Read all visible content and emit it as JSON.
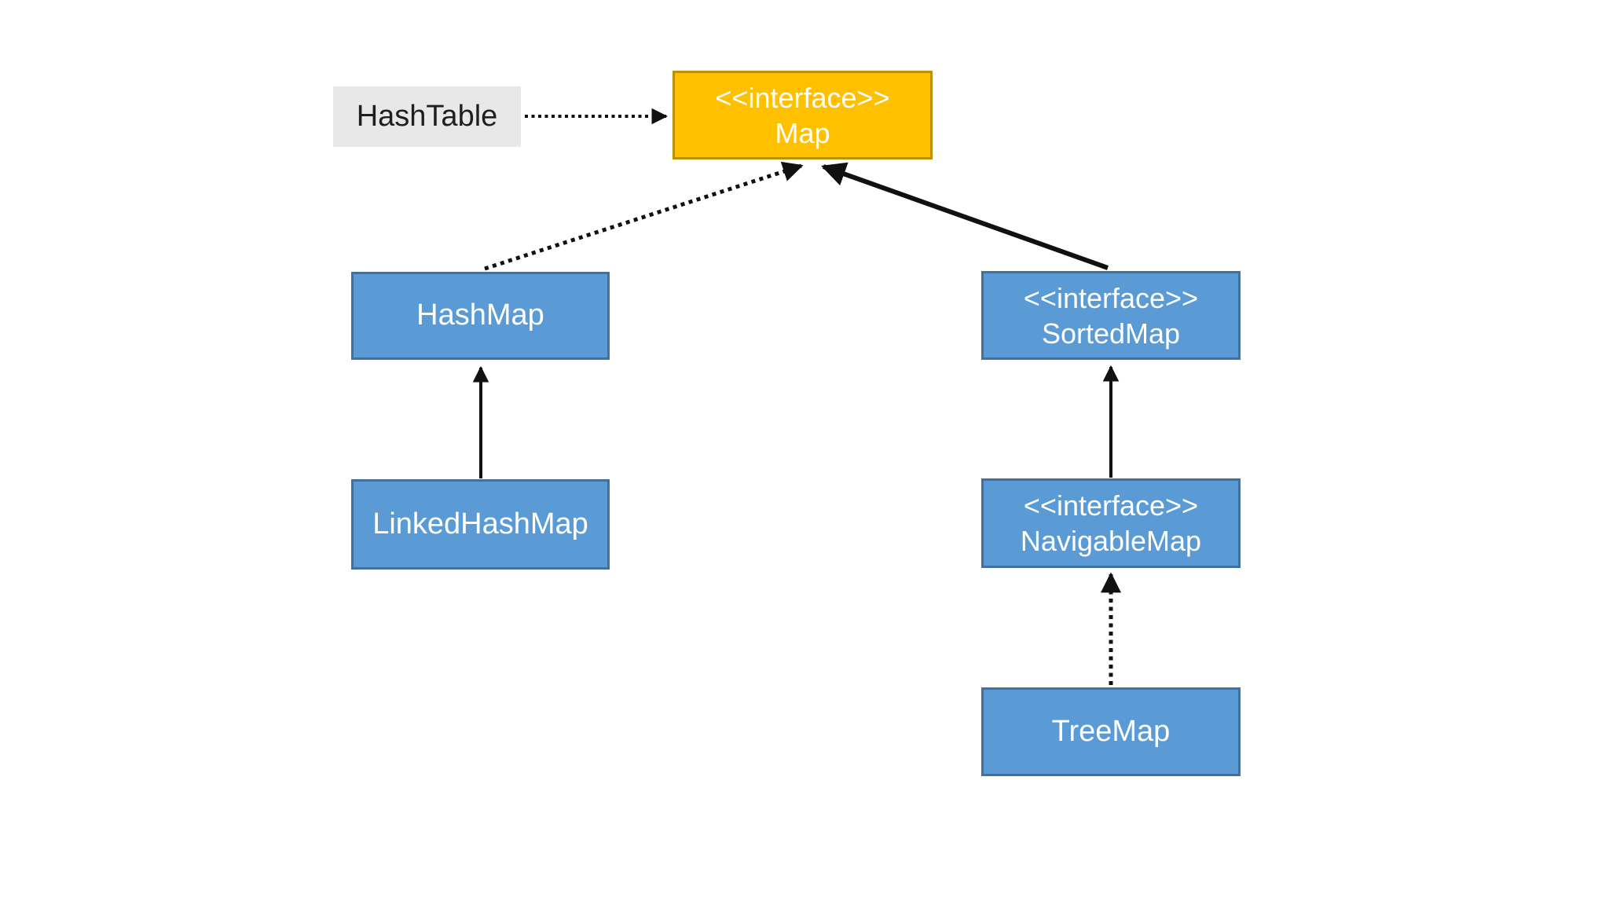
{
  "diagram_type": "uml-class-diagram",
  "subject": "Java Map hierarchy",
  "nodes": {
    "hashtable": {
      "label": "HashTable",
      "kind": "class",
      "fill": "#E8E8E8",
      "text_color": "#1F1F1F"
    },
    "map": {
      "stereotype": "<<interface>>",
      "label": "Map",
      "kind": "interface",
      "fill": "#FFC000",
      "border": "#BF9000",
      "text_color": "#FFFFFF"
    },
    "hashmap": {
      "label": "HashMap",
      "kind": "class",
      "fill": "#5B9BD5",
      "border": "#41719C",
      "text_color": "#FFFFFF"
    },
    "sortedmap": {
      "stereotype": "<<interface>>",
      "label": "SortedMap",
      "kind": "interface",
      "fill": "#5B9BD5",
      "border": "#41719C",
      "text_color": "#FFFFFF"
    },
    "linkedhashmap": {
      "label": "LinkedHashMap",
      "kind": "class",
      "fill": "#5B9BD5",
      "border": "#41719C",
      "text_color": "#FFFFFF"
    },
    "navigablemap": {
      "stereotype": "<<interface>>",
      "label": "NavigableMap",
      "kind": "interface",
      "fill": "#5B9BD5",
      "border": "#41719C",
      "text_color": "#FFFFFF"
    },
    "treemap": {
      "label": "TreeMap",
      "kind": "class",
      "fill": "#5B9BD5",
      "border": "#41719C",
      "text_color": "#FFFFFF"
    }
  },
  "edges": [
    {
      "from": "HashTable",
      "to": "Map",
      "style": "dotted",
      "arrowhead": "filled"
    },
    {
      "from": "HashMap",
      "to": "Map",
      "style": "dotted",
      "arrowhead": "filled"
    },
    {
      "from": "SortedMap",
      "to": "Map",
      "style": "solid",
      "arrowhead": "filled"
    },
    {
      "from": "LinkedHashMap",
      "to": "HashMap",
      "style": "solid",
      "arrowhead": "filled"
    },
    {
      "from": "NavigableMap",
      "to": "SortedMap",
      "style": "solid",
      "arrowhead": "filled"
    },
    {
      "from": "TreeMap",
      "to": "NavigableMap",
      "style": "dotted",
      "arrowhead": "filled"
    }
  ],
  "colors": {
    "background": "#FFFFFF",
    "edge": "#111111",
    "interface_root_fill": "#FFC000",
    "interface_root_border": "#BF9000",
    "class_fill": "#5B9BD5",
    "class_border": "#41719C",
    "plain_class_fill": "#E8E8E8"
  }
}
